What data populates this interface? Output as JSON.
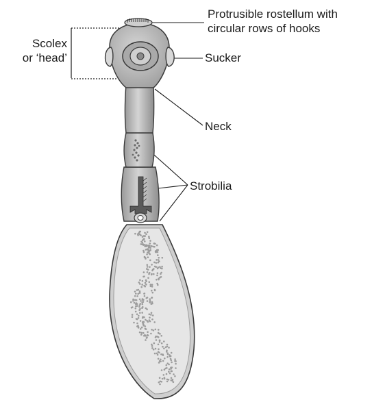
{
  "labels": {
    "rostellum": [
      "Protrusible rostellum with",
      "circular rows of hooks"
    ],
    "scolex": [
      "Scolex",
      "or ‘head’"
    ],
    "sucker": "Sucker",
    "neck": "Neck",
    "strobilia": "Strobilia"
  },
  "colors": {
    "outline": "#3a3a3a",
    "body_fill": "#b9b9b9",
    "body_shade": "#9a9a9a",
    "inner_fill": "#e6e6e6",
    "egg_dots": "#9c9c9c",
    "leader_line": "#1a1a1a"
  }
}
